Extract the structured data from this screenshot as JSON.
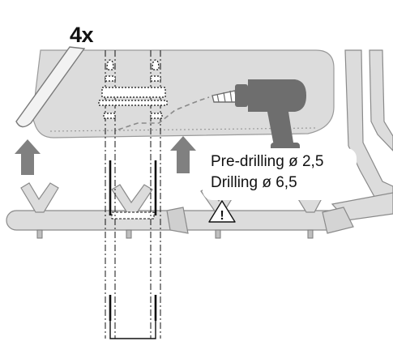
{
  "illustration": {
    "quantity_label": "4x",
    "instruction_lines": [
      "Pre-drilling ø 2,5",
      "Drilling ø 6,5"
    ],
    "warning_symbol": "!",
    "colors": {
      "part_grey": "#dcdcdc",
      "outline_grey": "#8a8a8a",
      "arrow_grey": "#808080",
      "tool_grey": "#6e6e6e",
      "line_dark": "#111111"
    },
    "icons": [
      "drill-icon",
      "warning-triangle-icon",
      "up-arrow-icon"
    ]
  }
}
